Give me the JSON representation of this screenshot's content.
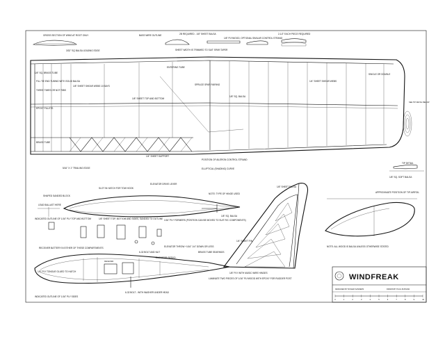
{
  "title_block": {
    "title": "WINDFREAK",
    "designer": "DESIGNED BY ROGER SANDERS",
    "drawn": "DRAWN BY PAUL RUSSIAN"
  },
  "wing_labels": [
    "GROSS SECTION OF WING AT ROOT ONLY",
    "BASS WIRE OUTLINE",
    "2B REQUIRED - 1/8\" SHEET BALSA",
    "1/8\" PLYWOOD, OPTIONAL SIMILAR CONTROL STRAND",
    "2-1/2\" EACH PIECE REQUIRED",
    "3/32\" SQ BALSA LEADING EDGE",
    "SHEET WIDTH IS TRIMMED TO SUIT SPAR TAPER",
    "1/8\" SQ. BRASS TUBE",
    "1/8\" SHEET SHEAR WEBS 10 BAYS",
    "FILL TIE END TUBING WITH SOLID BALSA",
    "THREE TIMES OR NOT RIBS",
    "EPOXY FILLETS",
    "1/8\" SHEET TOP AND BOTTOM",
    "SPRUCE SPAR FAIRING",
    "1/4\" SHEET SHEAR WEBS",
    "SINGLE OR DOUBLE",
    "SEE TIP DETAIL BELOW",
    "ENTERING TUBE",
    "1/8\" SQ. BALSA",
    "BRASS TUBE",
    "5/16\" X 1\" TRAILING EDGE",
    "1/4\" SHEET SUPPORT",
    "POSITION OF AILERON CONTROL STRAND",
    "ELLIPTICAL (SHADING) CURVE",
    "TIP DETAIL",
    "1/8\" SQ. SOFT BALSA"
  ],
  "fuselage_labels": [
    "SHAPED SANDED BLOCK",
    "LEAD BALLAST HERE",
    "SLOT IN HATCH FOR TOW HOOK",
    "ELEVATOR DRIVE LEVER",
    "NOTE: TYPE OF HINGE USED",
    "1/8\" SHEET BALSA",
    "INDICATED OUTLINE OF 1/16\" PLY TOP AND BOTTOM",
    "1/8\" SHEET TOP, BOTTOM AND SIDES, SANDED TO OUTLINE",
    "1/16\" PLY FORMERS (POSITION CAN BE MOVED TO SUIT R/C COMPONENTS)",
    "1/8\" SQ. BALSA",
    "RECEIVER BATTERY IN EITHER OF THESE COMPARTMENTS",
    "6-32 BOLT AND NUT",
    "ELEVATOR THROW +1/16\" 1/4\" DOWN OR LESS",
    "1/8\" PLY TONGUE GLUED TO HATCH",
    "RECEIVER",
    "ELEVATOR SERVO",
    "BRASS TUBE SEARINGS",
    "1/4\" SHEET FIN",
    "1/8\" PLY WITH MUSIC WIRE HINGES",
    "LAMINATE TWO PIECES OF 1/16\" PLYWOOD WITH EPOXY FOR RUDDER POST",
    "6-32 BOLT - WITH WASHER UNDER HEAD",
    "INDICATED OUTLINE OF 1/16\" PLY SIDES",
    "NOTE: ALL WOOD IS BALSA UNLESS OTHERWISE STATED",
    "APPROXIMATE POSITION OF TIP AIRFOIL"
  ],
  "scale_bar": [
    "0",
    "1",
    "2",
    "3",
    "4",
    "5",
    "6",
    "7",
    "8",
    "9",
    "10"
  ]
}
